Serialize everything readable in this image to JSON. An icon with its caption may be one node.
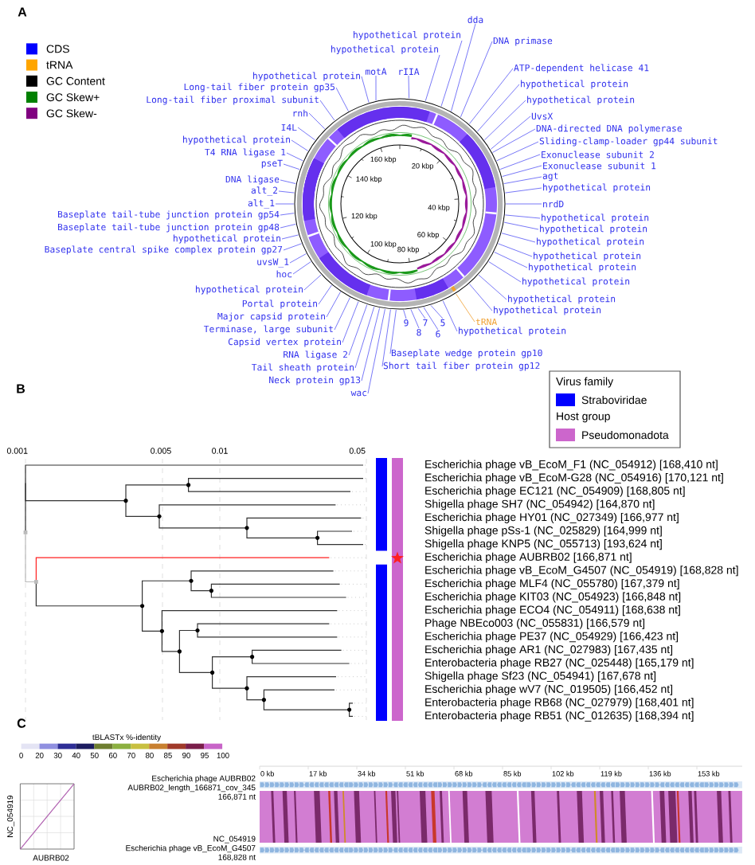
{
  "diagram": {
    "nodes": [
      {
        "text": [
          "rIIA"
        ]
      },
      {
        "text": [
          "hypothetical protein"
        ]
      },
      {
        "text": [
          "hypothetical protein"
        ]
      },
      {
        "text": [
          "dda"
        ]
      },
      {
        "text": [
          "DNA primase"
        ]
      },
      {
        "text": [
          "ATP-dependent helicase 41"
        ]
      },
      {
        "text": [
          "hypothetical protein"
        ]
      },
      {
        "text": [
          "hypothetical protein"
        ]
      },
      {
        "text": [
          "UvsX"
        ]
      },
      {
        "text": [
          "DNA-directed DNA polymerase"
        ]
      },
      {
        "text": [
          "Sliding-clamp-loader gp44 subunit"
        ]
      },
      {
        "text": [
          "Exonuclease subunit 2"
        ]
      },
      {
        "text": [
          "Exonuclease subunit 1"
        ]
      },
      {
        "text": [
          "agt"
        ]
      },
      {
        "text": [
          "hypothetical protein"
        ]
      },
      {
        "text": [
          "nrdD"
        ]
      },
      {
        "text": [
          "hypothetical protein"
        ]
      },
      {
        "text": [
          "hypothetical protein"
        ]
      },
      {
        "text": [
          "hypothetical protein"
        ]
      },
      {
        "text": [
          "hypothetical protein"
        ]
      },
      {
        "text": [
          "hypothetical protein"
        ]
      },
      {
        "text": [
          "hypothetical protein"
        ]
      },
      {
        "text": [
          "hypothetical protein"
        ]
      },
      {
        "text": [
          "hypothetical protein"
        ]
      },
      {
        "text": [
          "tRNA"
        ]
      },
      {
        "text": [
          "hypothetical protein"
        ]
      },
      {
        "text": [
          "5"
        ]
      },
      {
        "text": [
          "6"
        ]
      },
      {
        "text": [
          "7"
        ]
      },
      {
        "text": [
          "8"
        ]
      },
      {
        "text": [
          "9"
        ]
      },
      {
        "text": [
          "Baseplate wedge protein gp10"
        ]
      },
      {
        "text": [
          "Short tail fiber protein gp12"
        ]
      },
      {
        "text": [
          "wac"
        ]
      },
      {
        "text": [
          "Neck protein gp13"
        ]
      },
      {
        "text": [
          "Tail sheath protein"
        ]
      },
      {
        "text": [
          "RNA ligase 2"
        ]
      },
      {
        "text": [
          "Capsid vertex protein"
        ]
      },
      {
        "text": [
          "Terminase, large subunit"
        ]
      },
      {
        "text": [
          "Major capsid protein"
        ]
      },
      {
        "text": [
          "Portal protein"
        ]
      },
      {
        "text": [
          "hypothetical protein"
        ]
      },
      {
        "text": [
          "hoc"
        ]
      },
      {
        "text": [
          "uvsW_1"
        ]
      },
      {
        "text": [
          "Baseplate central spike complex protein gp27"
        ]
      },
      {
        "text": [
          "hypothetical protein"
        ]
      },
      {
        "text": [
          "Baseplate tail-tube junction protein gp48"
        ]
      },
      {
        "text": [
          "Baseplate tail-tube junction protein gp54"
        ]
      },
      {
        "text": [
          "alt_1"
        ]
      },
      {
        "text": [
          "alt_2"
        ]
      },
      {
        "text": [
          "DNA ligase"
        ]
      },
      {
        "text": [
          "pseT"
        ]
      },
      {
        "text": [
          "T4 RNA ligase 1"
        ]
      },
      {
        "text": [
          "hypothetical protein"
        ]
      },
      {
        "text": [
          "I4L"
        ]
      },
      {
        "text": [
          "rnh"
        ]
      },
      {
        "text": [
          "Long-tail fiber proximal subunit"
        ]
      },
      {
        "text": [
          "Long-tail fiber protein gp35"
        ]
      },
      {
        "text": [
          "hypothetical protein"
        ]
      },
      {
        "text": [
          "motA"
        ]
      },
      {
        "text": [],
        "shape": "circle"
      }
    ],
    "edges": [
      {
        "from": 0,
        "to": 60,
        "arrow": "none"
      },
      {
        "from": 1,
        "to": 60,
        "arrow": "none"
      },
      {
        "from": 2,
        "to": 60,
        "arrow": "none"
      },
      {
        "from": 3,
        "to": 60,
        "arrow": "none"
      },
      {
        "from": 4,
        "to": 60,
        "arrow": "none"
      },
      {
        "from": 5,
        "to": 60,
        "arrow": "none"
      },
      {
        "from": 6,
        "to": 60,
        "arrow": "none"
      },
      {
        "from": 7,
        "to": 60,
        "arrow": "none"
      },
      {
        "from": 8,
        "to": 60,
        "arrow": "none"
      },
      {
        "from": 9,
        "to": 60,
        "arrow": "none"
      },
      {
        "from": 10,
        "to": 60,
        "arrow": "none"
      },
      {
        "from": 11,
        "to": 60,
        "arrow": "none"
      },
      {
        "from": 12,
        "to": 60,
        "arrow": "none"
      },
      {
        "from": 13,
        "to": 60,
        "arrow": "none"
      },
      {
        "from": 14,
        "to": 60,
        "arrow": "none"
      },
      {
        "from": 15,
        "to": 60,
        "arrow": "none"
      },
      {
        "from": 16,
        "to": 60,
        "arrow": "none"
      },
      {
        "from": 17,
        "to": 60,
        "arrow": "none"
      },
      {
        "from": 18,
        "to": 60,
        "arrow": "none"
      },
      {
        "from": 19,
        "to": 60,
        "arrow": "none"
      },
      {
        "from": 20,
        "to": 60,
        "arrow": "none"
      },
      {
        "from": 21,
        "to": 60,
        "arrow": "none"
      },
      {
        "from": 22,
        "to": 60,
        "arrow": "none"
      },
      {
        "from": 23,
        "to": 60,
        "arrow": "none"
      },
      {
        "from": 24,
        "to": 60,
        "arrow": "none",
        "color": "#f0a030"
      },
      {
        "from": 25,
        "to": 60,
        "arrow": "none"
      },
      {
        "from": 26,
        "to": 60,
        "arrow": "none"
      },
      {
        "from": 27,
        "to": 60,
        "arrow": "none"
      },
      {
        "from": 28,
        "to": 60,
        "arrow": "none"
      },
      {
        "from": 29,
        "to": 60,
        "arrow": "none"
      },
      {
        "from": 30,
        "to": 60,
        "arrow": "none"
      },
      {
        "from": 31,
        "to": 60,
        "arrow": "none"
      },
      {
        "from": 32,
        "to": 60,
        "arrow": "none"
      },
      {
        "from": 33,
        "to": 60,
        "arrow": "none"
      },
      {
        "from": 34,
        "to": 60,
        "arrow": "none"
      },
      {
        "from": 35,
        "to": 60,
        "arrow": "none"
      },
      {
        "from": 36,
        "to": 60,
        "arrow": "none"
      },
      {
        "from": 37,
        "to": 60,
        "arrow": "none"
      },
      {
        "from": 38,
        "to": 60,
        "arrow": "none"
      },
      {
        "from": 39,
        "to": 60,
        "arrow": "none"
      },
      {
        "from": 40,
        "to": 60,
        "arrow": "none"
      },
      {
        "from": 41,
        "to": 60,
        "arrow": "none"
      },
      {
        "from": 42,
        "to": 60,
        "arrow": "none"
      },
      {
        "from": 43,
        "to": 60,
        "arrow": "none"
      },
      {
        "from": 44,
        "to": 60,
        "arrow": "none"
      },
      {
        "from": 45,
        "to": 60,
        "arrow": "none"
      },
      {
        "from": 46,
        "to": 60,
        "arrow": "none"
      },
      {
        "from": 47,
        "to": 60,
        "arrow": "none"
      },
      {
        "from": 48,
        "to": 60,
        "arrow": "none"
      },
      {
        "from": 49,
        "to": 60,
        "arrow": "none"
      },
      {
        "from": 50,
        "to": 60,
        "arrow": "none"
      },
      {
        "from": 51,
        "to": 60,
        "arrow": "none"
      },
      {
        "from": 52,
        "to": 60,
        "arrow": "none"
      },
      {
        "from": 53,
        "to": 60,
        "arrow": "none"
      },
      {
        "from": 54,
        "to": 60,
        "arrow": "none"
      },
      {
        "from": 55,
        "to": 60,
        "arrow": "none"
      },
      {
        "from": 56,
        "to": 60,
        "arrow": "none"
      },
      {
        "from": 57,
        "to": 60,
        "arrow": "none"
      },
      {
        "from": 58,
        "to": 60,
        "arrow": "none"
      },
      {
        "from": 59,
        "to": 60,
        "arrow": "none"
      }
    ],
    "labels": [
      "A",
      "20 kbp",
      "40 kbp",
      "60 kbp",
      "80 kbp",
      "100 kbp",
      "120 kbp",
      "140 kbp",
      "160 kbp",
      "B",
      "Virus family",
      "Host group",
      "0.001",
      "0.005",
      "0.01",
      "0.05",
      "Escherichia phage vB_EcoM_F1 (NC_054912) [168,410 nt]",
      "Escherichia phage vB_EcoM-G28 (NC_054916) [170,121 nt]",
      "Escherichia phage EC121 (NC_054909) [168,805 nt]",
      "Shigella phage SH7 (NC_054942) [164,870 nt]",
      "Escherichia phage HY01 (NC_027349) [166,977 nt]",
      "Shigella phage pSs-1 (NC_025829) [164,999 nt]",
      "Shigella phage KNP5 (NC_055713) [193,624 nt]",
      "Escherichia phage AUBRB02 [166,871 nt]",
      "Escherichia phage vB_EcoM_G4507 (NC_054919) [168,828 nt]",
      "Escherichia phage MLF4 (NC_055780) [167,379 nt]",
      "Escherichia phage KIT03 (NC_054923) [166,848 nt]",
      "Escherichia phage ECO4 (NC_054911) [168,638 nt]",
      "Phage NBEco003 (NC_055831) [166,579 nt]",
      "Escherichia phage PE37 (NC_054929) [166,423 nt]",
      "Escherichia phage AR1 (NC_027983) [167,435 nt]",
      "Enterobacteria phage RB27 (NC_025448) [165,179 nt]",
      "Shigella phage Sf23 (NC_054941) [167,678 nt]",
      "Escherichia phage wV7 (NC_019505) [166,452 nt]",
      "Enterobacteria phage RB68 (NC_027979) [168,401 nt]",
      "Enterobacteria phage RB51 (NC_012635) [168,394 nt]",
      "C",
      "tBLASTx %-identity",
      "0",
      "20",
      "30",
      "40",
      "50",
      "60",
      "70",
      "80",
      "85",
      "90",
      "95",
      "100",
      "0 kb",
      "17 kb",
      "34 kb",
      "51 kb",
      "68 kb",
      "85 kb",
      "102 kb",
      "119 kb",
      "136 kb",
      "153 kb",
      "Escherichia phage AUBRB02",
      "AUBRB02_length_166871_cov_345",
      "166,871 nt",
      "NC_054919",
      "Escherichia phage vB_EcoM_G4507",
      "168,828 nt",
      "NC_054919",
      "AUBRB02"
    ],
    "legend": [
      {
        "text": "CDS",
        "color": "#0000ff"
      },
      {
        "text": "tRNA",
        "color": "#ffa500"
      },
      {
        "text": "GC Content",
        "color": "#000000"
      },
      {
        "text": "GC Skew+",
        "color": "#008000"
      },
      {
        "text": "GC Skew-",
        "color": "#800080"
      },
      {
        "text": "Straboviridae",
        "color": "#0000ff"
      },
      {
        "text": "Pseudomonadota",
        "color": "#cc66cc"
      }
    ]
  }
}
